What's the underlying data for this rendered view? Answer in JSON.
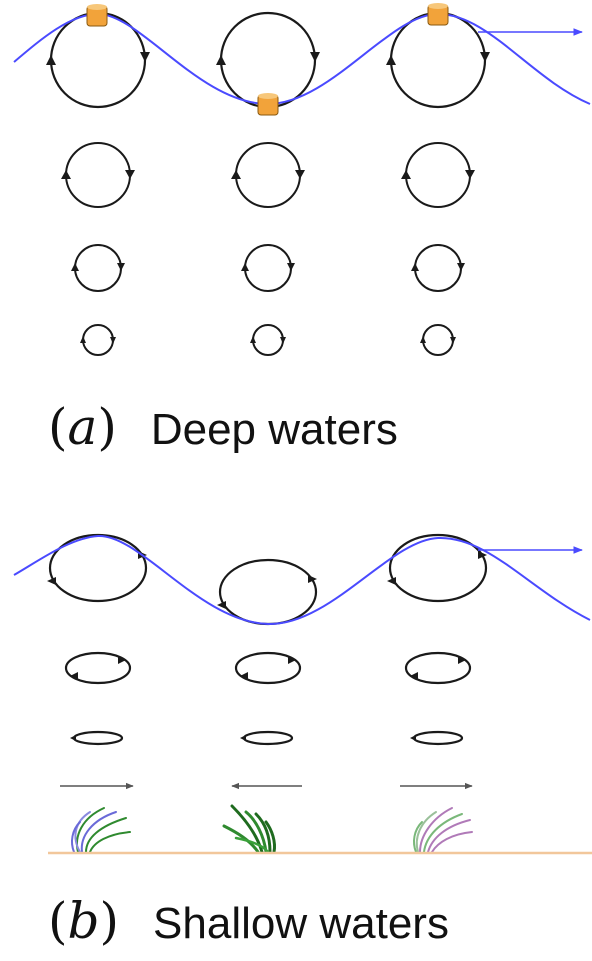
{
  "panels": [
    {
      "id": "a",
      "letter": "a",
      "label": "Deep waters"
    },
    {
      "id": "b",
      "letter": "b",
      "label": "Shallow waters"
    }
  ],
  "colors": {
    "wave": "#4a4aff",
    "orbit": "#1a1a1a",
    "float": "#f2a33a",
    "seabed": "#f2c79b",
    "grass_green": "#2f8a2f",
    "grass_purple": "#b07ab8",
    "arrow": "#555555"
  },
  "icons": [
    "float-icon",
    "seagrass-icon",
    "direction-arrow-icon"
  ]
}
